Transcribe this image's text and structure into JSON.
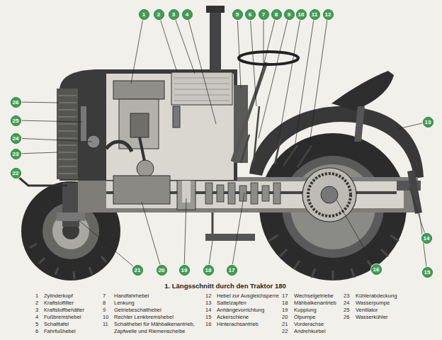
{
  "diagram": {
    "title": "1. Längsschnitt durch den Traktor 180",
    "nodes": [
      {
        "text": [
          "1"
        ]
      },
      {
        "text": [
          "2"
        ]
      },
      {
        "text": [
          "3"
        ]
      },
      {
        "text": [
          "4"
        ]
      },
      {
        "text": [
          "5"
        ]
      },
      {
        "text": [
          "6"
        ]
      },
      {
        "text": [
          "7"
        ]
      },
      {
        "text": [
          "8"
        ]
      },
      {
        "text": [
          "9"
        ]
      },
      {
        "text": [
          "10"
        ]
      },
      {
        "text": [
          "11"
        ]
      },
      {
        "text": [
          "12"
        ]
      },
      {
        "text": [
          "13"
        ]
      },
      {
        "text": [
          "14"
        ]
      },
      {
        "text": [
          "15"
        ]
      },
      {
        "text": [
          "16"
        ]
      },
      {
        "text": [
          "17"
        ]
      },
      {
        "text": [
          "18"
        ]
      },
      {
        "text": [
          "19"
        ]
      },
      {
        "text": [
          "20"
        ]
      },
      {
        "text": [
          "21"
        ]
      },
      {
        "text": [
          "22"
        ]
      },
      {
        "text": [
          "23"
        ]
      },
      {
        "text": [
          "24"
        ]
      },
      {
        "text": [
          "25"
        ]
      },
      {
        "text": [
          "26"
        ]
      }
    ],
    "labels": [
      "1",
      "Zylinderkopf",
      "2",
      "Kraftstoffilter",
      "3",
      "Kraftstoffbehälter",
      "4",
      "Fußbremshebel",
      "5",
      "Schalttafel",
      "6",
      "Fahrfußhebel",
      "7",
      "Handfahrhebel",
      "8",
      "Lenkung",
      "9",
      "Getriebeschalthebel",
      "10",
      "Rechter Lenkbremshebel",
      "11",
      "Schalthebel für Mähbalkenantrieb, Zapfwelle und Riemenscheibe",
      "12",
      "Hebel zur Ausgleichsperre",
      "13",
      "Sattelzapfen",
      "14",
      "Anhängevorrichtung",
      "15",
      "Ackerschiene",
      "16",
      "Hinterachsantrieb",
      "17",
      "Wechselgetriebe",
      "18",
      "Mähbalkenantrieb",
      "19",
      "Kupplung",
      "20",
      "Ölpumpe",
      "21",
      "Vorderachse",
      "22",
      "Andrehkurbel",
      "23",
      "Kühlerabdeckung",
      "24",
      "Wasserpumpe",
      "25",
      "Ventilator",
      "26",
      "Wasserkühler"
    ]
  }
}
